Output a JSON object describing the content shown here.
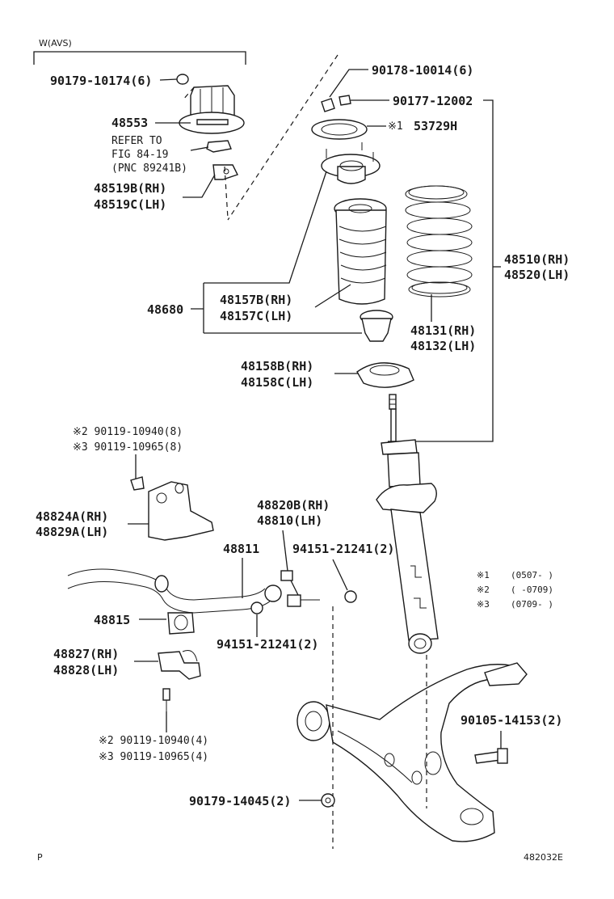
{
  "header": {
    "variant": "W(AVS)"
  },
  "parts": {
    "p90179_10174": "90179-10174(6)",
    "p48553": "48553",
    "refer_line1": "REFER TO",
    "refer_line2": "FIG 84-19",
    "refer_line3": "(PNC 89241B)",
    "p48519B": "48519B(RH)",
    "p48519C": "48519C(LH)",
    "p90178_10014": "90178-10014(6)",
    "p90177_12002": "90177-12002",
    "p53729H_mark": "※1",
    "p53729H": "53729H",
    "p48510": "48510(RH)",
    "p48520": "48520(LH)",
    "p48680": "48680",
    "p48157B": "48157B(RH)",
    "p48157C": "48157C(LH)",
    "p48131": "48131(RH)",
    "p48132": "48132(LH)",
    "p48158B": "48158B(RH)",
    "p48158C": "48158C(LH)",
    "p90119_10940_top": "※2 90119-10940(8)",
    "p90119_10965_top": "※3 90119-10965(8)",
    "p48824A": "48824A(RH)",
    "p48829A": "48829A(LH)",
    "p48820B": "48820B(RH)",
    "p48810": "48810(LH)",
    "p48811": "48811",
    "p94151_top": "94151-21241(2)",
    "p48815": "48815",
    "p94151_bottom": "94151-21241(2)",
    "p48827": "48827(RH)",
    "p48828": "48828(LH)",
    "p90119_10940_bot": "※2 90119-10940(4)",
    "p90119_10965_bot": "※3 90119-10965(4)",
    "p90105_14153": "90105-14153(2)",
    "p90179_14045": "90179-14045(2)"
  },
  "notes": [
    {
      "mark": "※1",
      "range": "(0507-      )"
    },
    {
      "mark": "※2",
      "range": "(      -0709)"
    },
    {
      "mark": "※3",
      "range": "(0709-      )"
    }
  ],
  "footer": {
    "left": "P",
    "right": "482032E"
  }
}
